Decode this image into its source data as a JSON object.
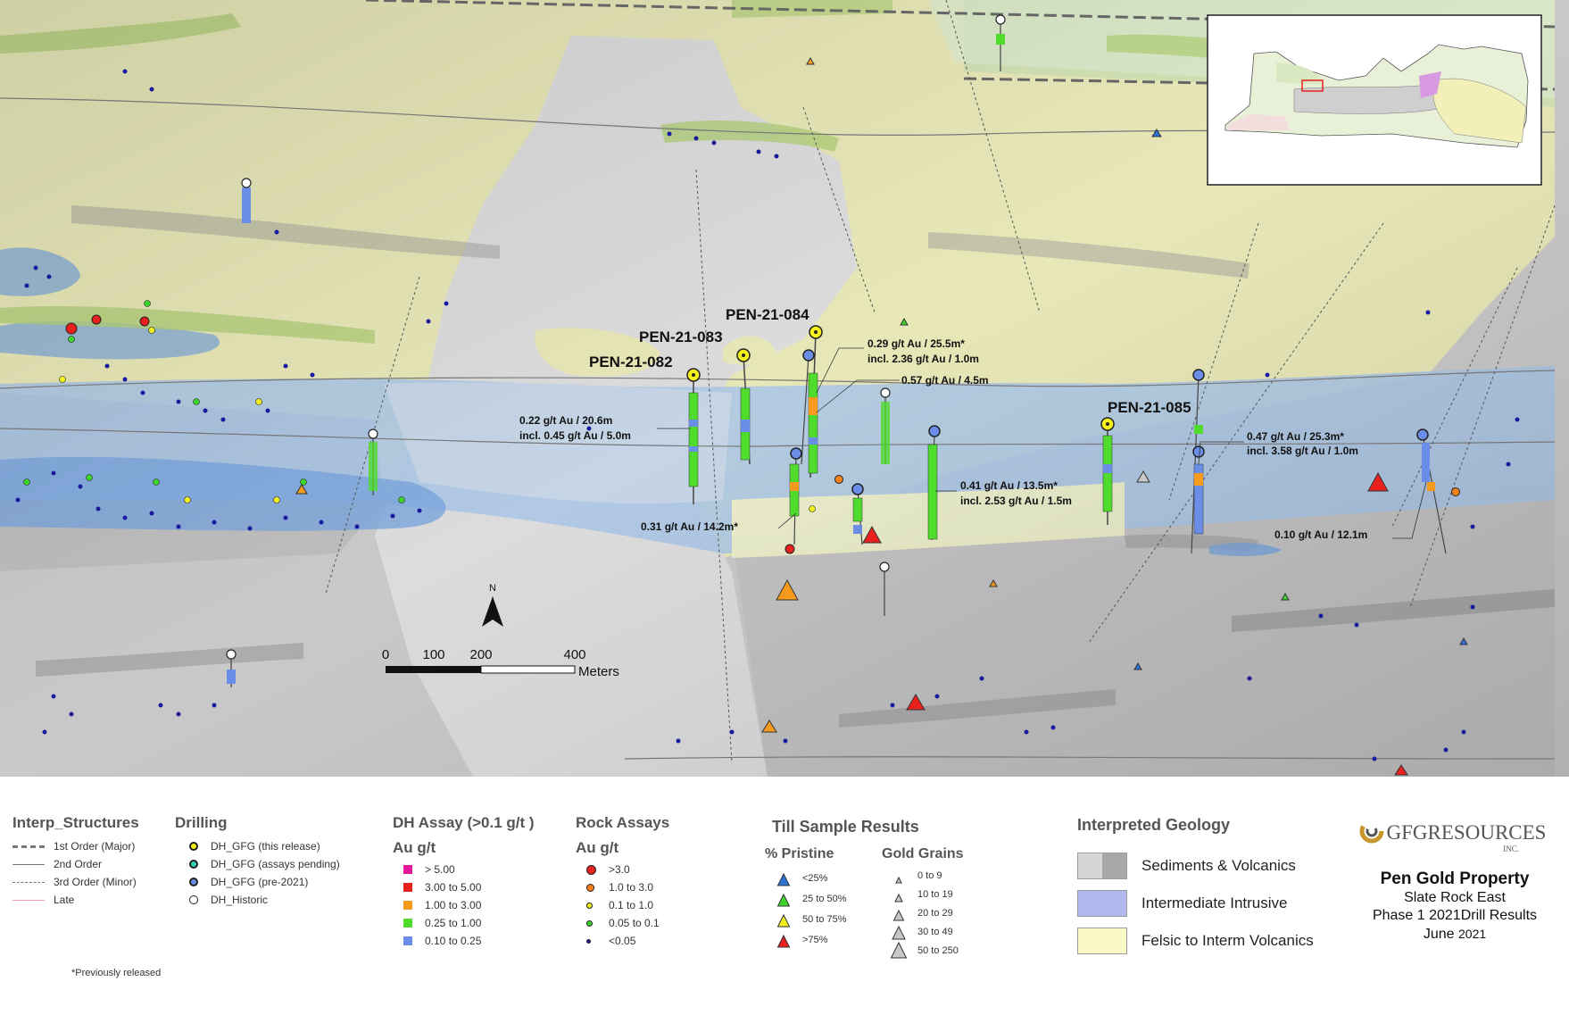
{
  "map": {
    "holes": [
      {
        "label": "PEN-21-082"
      },
      {
        "label": "PEN-21-083"
      },
      {
        "label": "PEN-21-084"
      },
      {
        "label": "PEN-21-085"
      }
    ],
    "annotations": [
      {
        "text": "0.29 g/t Au / 25.5m*"
      },
      {
        "text": "incl. 2.36 g/t Au / 1.0m"
      },
      {
        "text": "0.57 g/t Au / 4.5m"
      },
      {
        "text": "0.22 g/t Au / 20.6m"
      },
      {
        "text": "incl. 0.45 g/t Au / 5.0m"
      },
      {
        "text": "0.47 g/t Au / 25.3m*"
      },
      {
        "text": "incl. 3.58 g/t Au / 1.0m"
      },
      {
        "text": "0.41 g/t Au / 13.5m*"
      },
      {
        "text": "incl. 2.53 g/t Au / 1.5m"
      },
      {
        "text": "0.31 g/t Au / 14.2m*"
      },
      {
        "text": "0.10 g/t Au / 12.1m"
      }
    ],
    "north_label": "N",
    "scale": {
      "t0": "0",
      "t1": "100",
      "t2": "200",
      "t3": "400",
      "units": "Meters"
    }
  },
  "legend": {
    "structures": {
      "title": "Interp_Structures",
      "items": [
        "1st Order (Major)",
        "2nd Order",
        "3rd Order (Minor)",
        "Late"
      ]
    },
    "drilling": {
      "title": "Drilling",
      "items": [
        "DH_GFG (this release)",
        "DH_GFG (assays pending)",
        "DH_GFG (pre-2021)",
        "DH_Historic"
      ]
    },
    "dh_assay": {
      "title": "DH Assay (>0.1 g/t )",
      "unit": "Au g/t",
      "items": [
        {
          "label": "> 5.00",
          "color": "#e6179a"
        },
        {
          "label": "3.00 to 5.00",
          "color": "#e8201e"
        },
        {
          "label": "1.00 to 3.00",
          "color": "#f59a1b"
        },
        {
          "label": "0.25 to 1.00",
          "color": "#4fdc2c"
        },
        {
          "label": "0.10  to 0.25",
          "color": "#6a8ee8"
        }
      ]
    },
    "rock": {
      "title": "Rock Assays",
      "unit": "Au g/t",
      "items": [
        {
          "label": ">3.0",
          "color": "#e8201e"
        },
        {
          "label": "1.0 to 3.0",
          "color": "#f5801b"
        },
        {
          "label": "0.1 to 1.0",
          "color": "#f4f21a"
        },
        {
          "label": "0.05 to 0.1",
          "color": "#3ad62a"
        },
        {
          "label": "<0.05",
          "color": "#1a1aa0"
        }
      ]
    },
    "till": {
      "title": "Till Sample Results",
      "pristine_title": "% Pristine",
      "pristine": [
        {
          "label": "<25%",
          "color": "#2b73d6"
        },
        {
          "label": "25 to 50%",
          "color": "#3ad62a"
        },
        {
          "label": "50 to 75%",
          "color": "#f4f21a"
        },
        {
          "label": ">75%",
          "color": "#e8201e"
        }
      ],
      "grains_title": "Gold Grains",
      "grains": [
        "0 to 9",
        "10 to 19",
        "20 to 29",
        "30 to 49",
        "50 to 250"
      ]
    },
    "geology": {
      "title": "Interpreted Geology",
      "items": [
        {
          "label": "Sediments & Volcanics"
        },
        {
          "label": "Intermediate Intrusive"
        },
        {
          "label": "Felsic to Interm Volcanics"
        }
      ]
    },
    "footnote": "*Previously released"
  },
  "branding": {
    "company": "GFGRESOURCES",
    "company_sub": "INC.",
    "title": "Pen Gold Property",
    "line1": "Slate Rock East",
    "line2": "Phase 1 2021Drill Results",
    "line3_month": "June",
    "line3_year": "2021"
  }
}
